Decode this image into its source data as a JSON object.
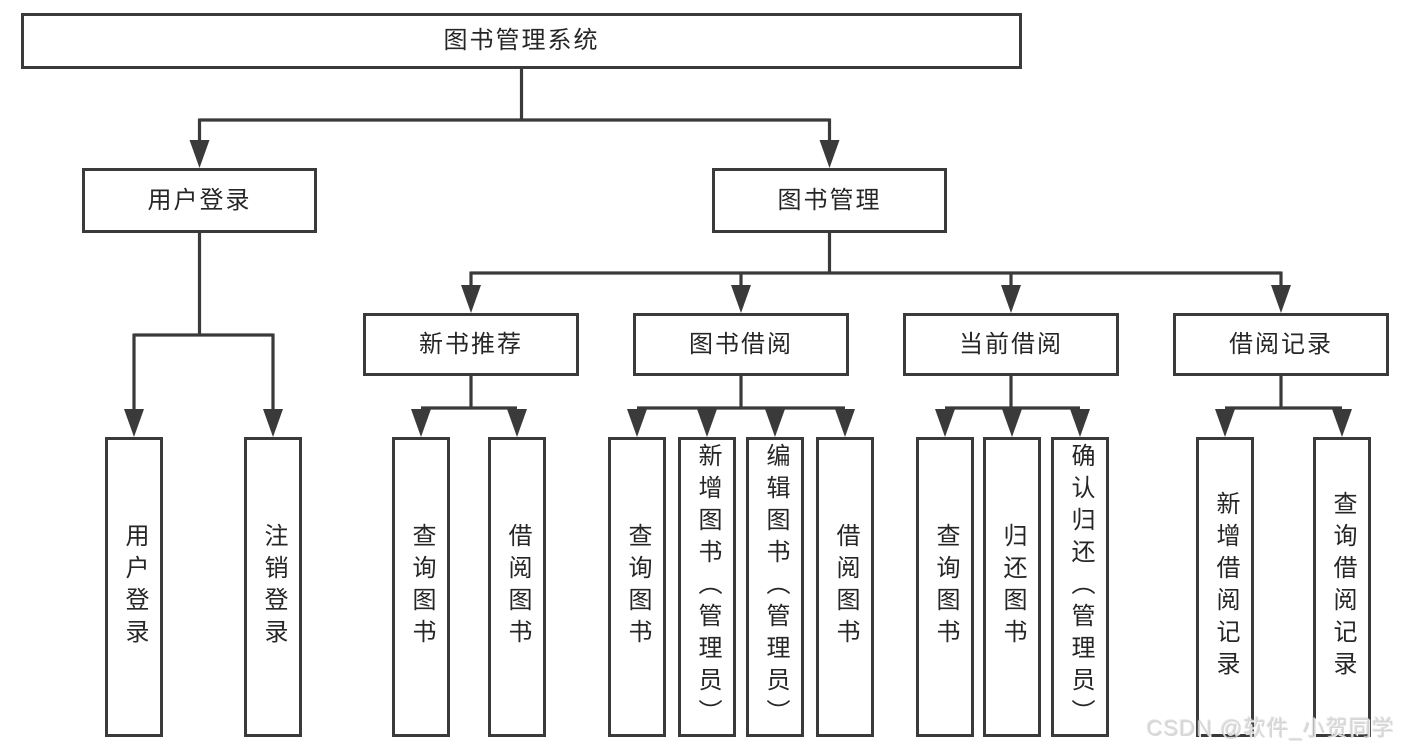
{
  "diagram_title": "图书管理系统",
  "tree": {
    "label": "图书管理系统",
    "children": [
      {
        "label": "用户登录",
        "children": [
          {
            "label": "用户登录"
          },
          {
            "label": "注销登录"
          }
        ]
      },
      {
        "label": "图书管理",
        "children": [
          {
            "label": "新书推荐",
            "children": [
              {
                "label": "查询图书"
              },
              {
                "label": "借阅图书"
              }
            ]
          },
          {
            "label": "图书借阅",
            "children": [
              {
                "label": "查询图书"
              },
              {
                "label": "新增图书（管理员）"
              },
              {
                "label": "编辑图书（管理员）"
              },
              {
                "label": "借阅图书"
              }
            ]
          },
          {
            "label": "当前借阅",
            "children": [
              {
                "label": "查询图书"
              },
              {
                "label": "归还图书"
              },
              {
                "label": "确认归还（管理员）"
              }
            ]
          },
          {
            "label": "借阅记录",
            "children": [
              {
                "label": "新增借阅记录"
              },
              {
                "label": "查询借阅记录"
              }
            ]
          }
        ]
      }
    ]
  },
  "watermark": "CSDN @软件_小贺同学",
  "colors": {
    "line": "#3a3a3a",
    "box_border": "#3a3a3a",
    "text": "#262626",
    "background": "#ffffff",
    "watermark": "#d5d5d5"
  }
}
